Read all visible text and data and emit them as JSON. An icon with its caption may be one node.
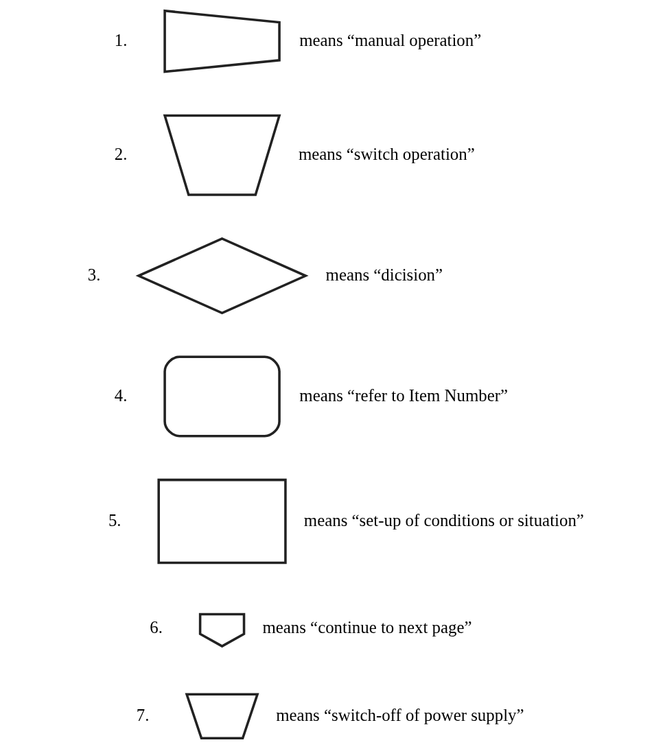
{
  "diagram": {
    "nodes": [
      {
        "text": [],
        "shape": "quadrilateral",
        "beside": [
          "1.",
          "means “manual operation”"
        ]
      },
      {
        "text": [],
        "shape": "trapezoid",
        "beside": [
          "2.",
          "means “switch operation”"
        ]
      },
      {
        "text": [],
        "shape": "diamond",
        "beside": [
          "3.",
          "means “dicision”"
        ]
      },
      {
        "text": [],
        "shape": "document",
        "beside": [
          "4.",
          "means “refer to Item Number”"
        ]
      },
      {
        "text": [],
        "shape": "box",
        "beside": [
          "5.",
          "means “set-up of conditions or situation”"
        ]
      },
      {
        "text": [],
        "shape": "pentagon",
        "beside": [
          "6.",
          "means “continue to next page”"
        ]
      },
      {
        "text": [],
        "shape": "trapezoid",
        "beside": [
          "7.",
          "means “switch-off of power supply”"
        ]
      }
    ],
    "edges": []
  }
}
